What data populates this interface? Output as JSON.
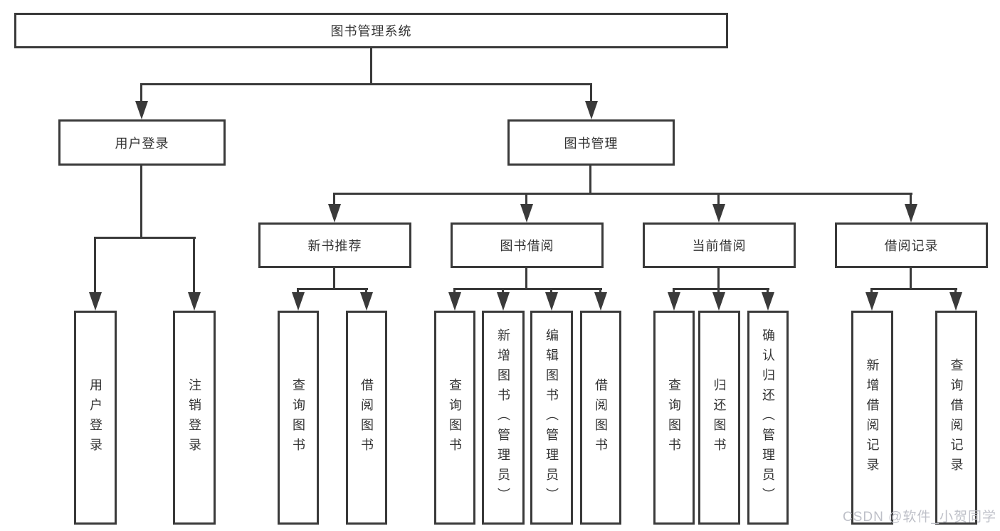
{
  "tree": {
    "label": "图书管理系统",
    "children": [
      {
        "label": "用户登录",
        "children": [
          {
            "label": "用户登录"
          },
          {
            "label": "注销登录"
          }
        ]
      },
      {
        "label": "图书管理",
        "children": [
          {
            "label": "新书推荐",
            "children": [
              {
                "label": "查询图书"
              },
              {
                "label": "借阅图书"
              }
            ]
          },
          {
            "label": "图书借阅",
            "children": [
              {
                "label": "查询图书"
              },
              {
                "label": "新增图书（管理员）"
              },
              {
                "label": "编辑图书（管理员）"
              },
              {
                "label": "借阅图书"
              }
            ]
          },
          {
            "label": "当前借阅",
            "children": [
              {
                "label": "查询图书"
              },
              {
                "label": "归还图书"
              },
              {
                "label": "确认归还（管理员）"
              }
            ]
          },
          {
            "label": "借阅记录",
            "children": [
              {
                "label": "新增借阅记录"
              },
              {
                "label": "查询借阅记录"
              }
            ]
          }
        ]
      }
    ]
  },
  "watermark": {
    "text": "CSDN @软件_小贺同学"
  },
  "colors": {
    "line": "#3a3a3a",
    "text": "#333333",
    "background": "#ffffff",
    "watermark": "#babdc5"
  }
}
